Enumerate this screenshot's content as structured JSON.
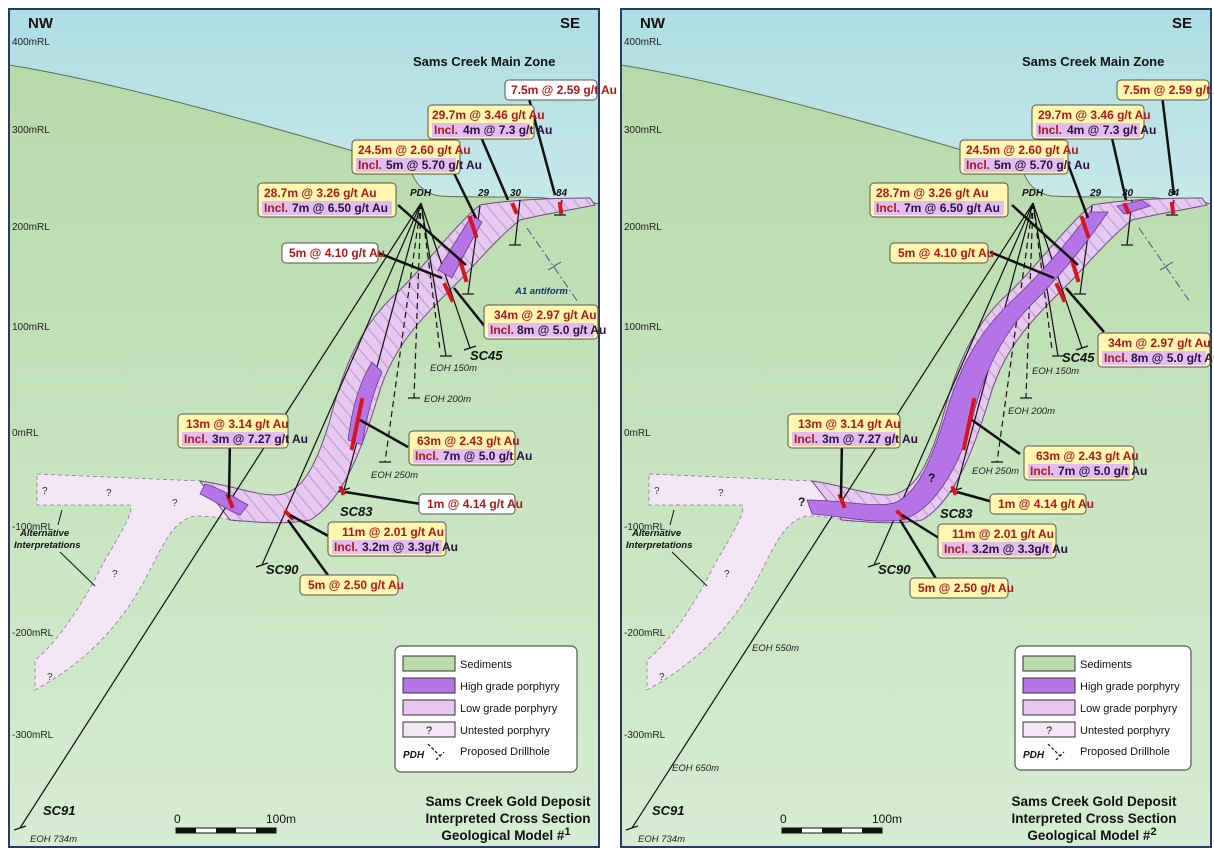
{
  "compass": {
    "left": "NW",
    "right": "SE"
  },
  "rl_labels": [
    "400mRL",
    "300mRL",
    "200mRL",
    "100mRL",
    "0mRL",
    "-100mRL",
    "-200mRL",
    "-300mRL"
  ],
  "zone_title": "Sams Creek Main Zone",
  "holes": {
    "pdh": "PDH",
    "h29": "29",
    "h30": "30",
    "h84": "84",
    "sc45": "SC45",
    "sc83": "SC83",
    "sc90": "SC90",
    "sc91": "SC91"
  },
  "eoh": {
    "e150": "EOH 150m",
    "e200": "EOH 200m",
    "e250": "EOH 250m",
    "e550": "EOH 550m",
    "e650": "EOH 650m",
    "e734": "EOH 734m"
  },
  "antiform": "A1 antiform",
  "alt_interp": [
    "Alternative",
    "Interpretations"
  ],
  "intercepts": {
    "i1": {
      "main": "7.5m @ 2.59 g/t Au"
    },
    "i2": {
      "main": "29.7m @ 3.46 g/t Au",
      "incl": "Incl.",
      "incl_val": "4m @ 7.3 g/t Au"
    },
    "i3": {
      "main": "24.5m @ 2.60 g/t Au",
      "incl": "Incl.",
      "incl_val": "5m @ 5.70 g/t Au"
    },
    "i4": {
      "main": "28.7m @ 3.26 g/t Au",
      "incl": "Incl.",
      "incl_val": "7m @ 6.50 g/t Au"
    },
    "i5": {
      "main": "5m @ 4.10 g/t Au"
    },
    "i6": {
      "main": "34m @ 2.97 g/t Au",
      "incl": "Incl.",
      "incl_val": "8m @ 5.0 g/t Au"
    },
    "i7": {
      "main": "13m @ 3.14 g/t Au",
      "incl": "Incl.",
      "incl_val": "3m @ 7.27 g/t Au"
    },
    "i8": {
      "main": "63m @ 2.43 g/t Au",
      "incl": "Incl.",
      "incl_val": "7m @ 5.0 g/t Au"
    },
    "i9": {
      "main": "1m @ 4.14 g/t Au"
    },
    "i10": {
      "main": "11m @ 2.01 g/t Au",
      "incl": "Incl.",
      "incl_val": "3.2m @ 3.3g/t Au"
    },
    "i11": {
      "main": "5m @ 2.50 g/t Au"
    }
  },
  "legend": {
    "sediments": "Sediments",
    "high": "High grade porphyry",
    "low": "Low grade porphyry",
    "untested": "Untested porphyry",
    "untested_symbol": "?",
    "proposed": "Proposed Drillhole",
    "pdh": "PDH"
  },
  "scale": {
    "zero": "0",
    "hundred": "100m"
  },
  "title": {
    "line1": "Sams Creek Gold Deposit",
    "line2": "Interpreted Cross Section",
    "line3": "Geological Model #"
  },
  "panels": [
    {
      "model_num": "1"
    },
    {
      "model_num": "2"
    }
  ],
  "colors": {
    "sky": "#b7e1e4",
    "sediment_top": "#bcdcae",
    "sediment_bottom": "#d2ead0",
    "high_grade": "#b575e8",
    "low_grade": "#e6c8f0",
    "untested": "#f4e6f6",
    "mineral": "#d8141e",
    "callout_fill": "#fff7b0"
  }
}
